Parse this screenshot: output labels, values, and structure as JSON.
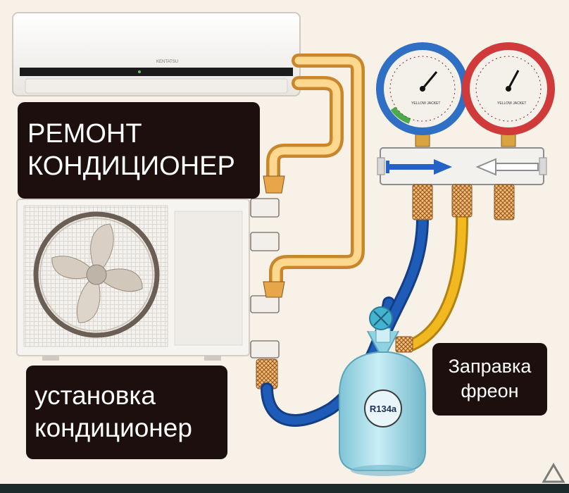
{
  "labels": {
    "repair": {
      "line1": "РЕМОНТ",
      "line2": "КОНДИЦИОНЕР"
    },
    "install": {
      "line1": "установка",
      "line2": "кондиционер"
    },
    "charge": {
      "line1": "Заправка",
      "line2": "фреон"
    }
  },
  "indoor_unit": {
    "brand": "KENTATSU"
  },
  "gauges": {
    "low_pressure": {
      "ring_color": "#2f6fc4",
      "brand": "YELLOW JACKET"
    },
    "high_pressure": {
      "ring_color": "#d13a3a",
      "brand": "YELLOW JACKET"
    }
  },
  "cylinder": {
    "refrigerant": "R134a",
    "color": "#a7dce8"
  },
  "hoses": {
    "blue": "#1f5cb8",
    "yellow": "#f2b81f"
  },
  "icons": {
    "arrow_left": "blue-arrow",
    "arrow_right": "outline-arrow",
    "watermark": "triangle-logo"
  }
}
